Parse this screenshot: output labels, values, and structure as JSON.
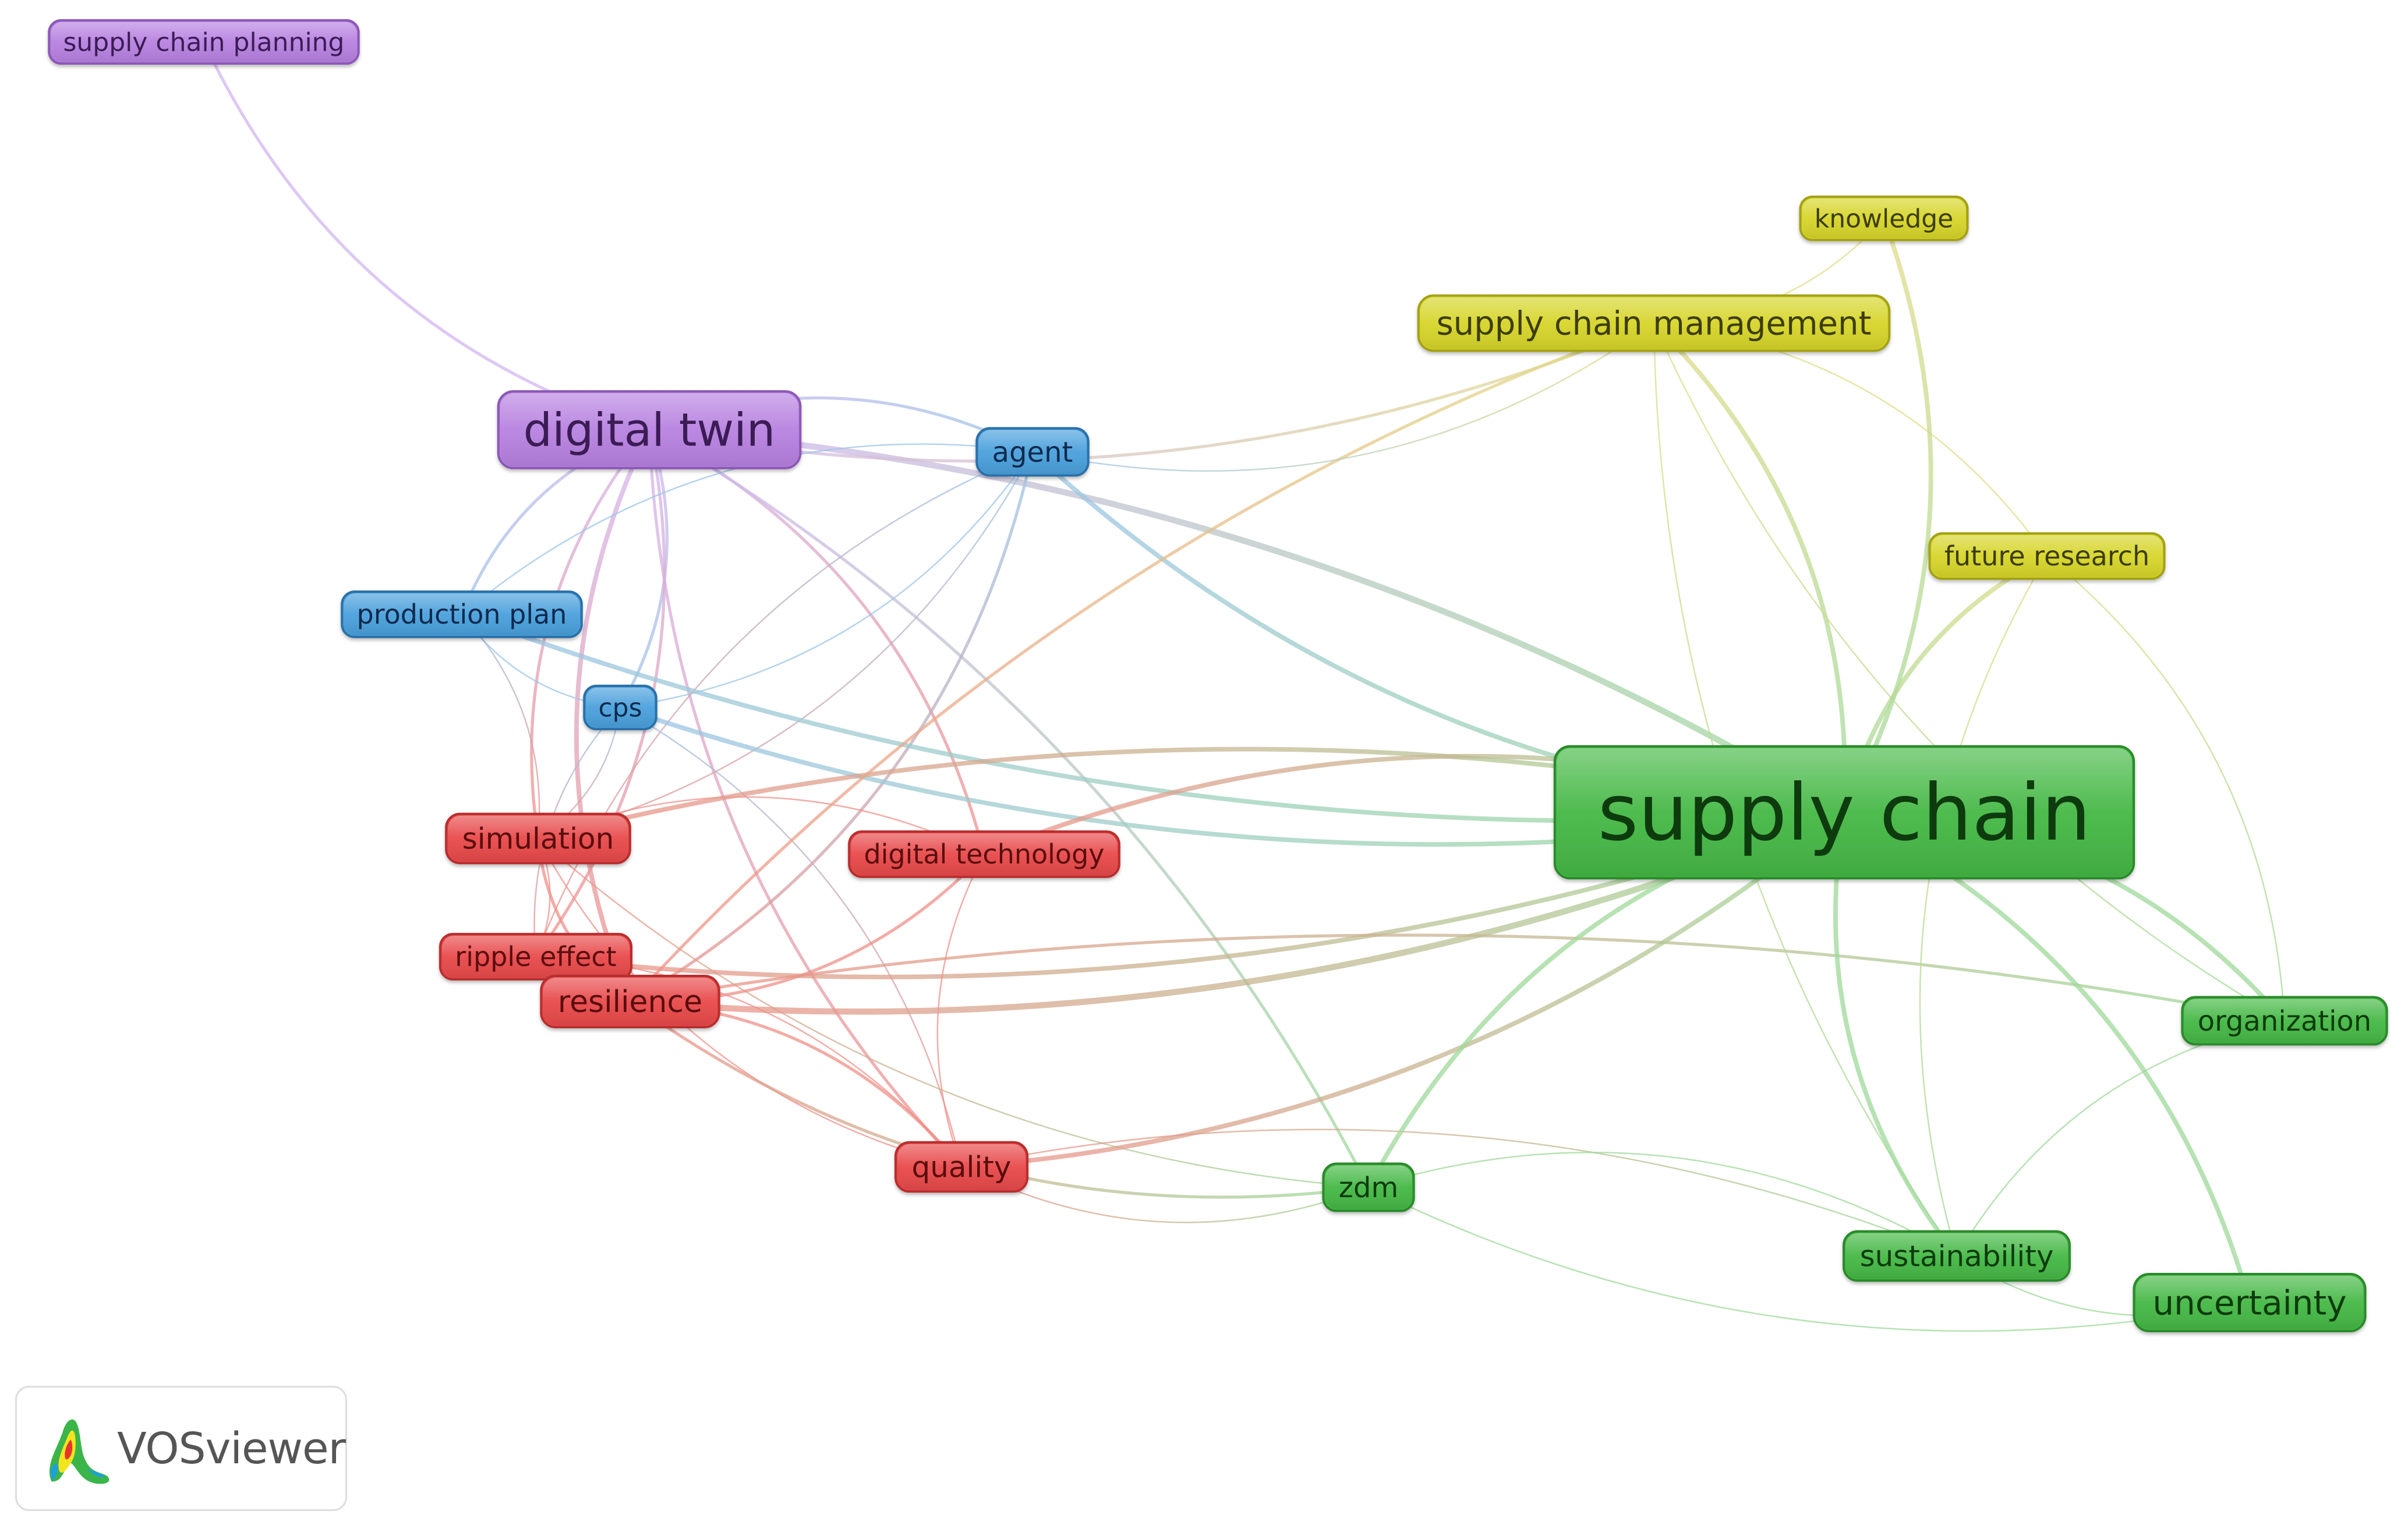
{
  "map": {
    "clusters": {
      "red": {
        "fill": "#e8494a",
        "stroke": "#b82e2f",
        "text": "#5a0a0a",
        "link": "#ef9088"
      },
      "green": {
        "fill": "#45b845",
        "stroke": "#2c8a2c",
        "text": "#0c3a0c",
        "link": "#9fd99a"
      },
      "blue": {
        "fill": "#4aa0dc",
        "stroke": "#2a6fa8",
        "text": "#0b2b4d",
        "link": "#9cc4e6"
      },
      "yellow": {
        "fill": "#d6d52a",
        "stroke": "#a3a112",
        "text": "#3e3d00",
        "link": "#e0dc88"
      },
      "purple": {
        "fill": "#b781e0",
        "stroke": "#8b58b6",
        "text": "#3b1a55",
        "link": "#d2b5ef"
      }
    },
    "nodes": [
      {
        "id": "supply-chain-planning",
        "label": "supply chain planning",
        "cluster": "purple"
      },
      {
        "id": "digital-twin",
        "label": "digital twin",
        "cluster": "purple"
      },
      {
        "id": "knowledge",
        "label": "knowledge",
        "cluster": "yellow"
      },
      {
        "id": "supply-chain-management",
        "label": "supply chain management",
        "cluster": "yellow"
      },
      {
        "id": "future-research",
        "label": "future research",
        "cluster": "yellow"
      },
      {
        "id": "agent",
        "label": "agent",
        "cluster": "blue"
      },
      {
        "id": "production-plan",
        "label": "production plan",
        "cluster": "blue"
      },
      {
        "id": "cps",
        "label": "cps",
        "cluster": "blue"
      },
      {
        "id": "simulation",
        "label": "simulation",
        "cluster": "red"
      },
      {
        "id": "digital-technology",
        "label": "digital technology",
        "cluster": "red"
      },
      {
        "id": "ripple-effect",
        "label": "ripple effect",
        "cluster": "red"
      },
      {
        "id": "resilience",
        "label": "resilience",
        "cluster": "red"
      },
      {
        "id": "quality",
        "label": "quality",
        "cluster": "red"
      },
      {
        "id": "supply-chain",
        "label": "supply chain",
        "cluster": "green"
      },
      {
        "id": "organization",
        "label": "organization",
        "cluster": "green"
      },
      {
        "id": "zdm",
        "label": "zdm",
        "cluster": "green"
      },
      {
        "id": "sustainability",
        "label": "sustainability",
        "cluster": "green"
      },
      {
        "id": "uncertainty",
        "label": "uncertainty",
        "cluster": "green"
      }
    ],
    "links": [
      [
        "supply-chain-planning",
        "digital-twin"
      ],
      [
        "digital-twin",
        "agent"
      ],
      [
        "digital-twin",
        "production-plan"
      ],
      [
        "digital-twin",
        "cps"
      ],
      [
        "digital-twin",
        "simulation"
      ],
      [
        "digital-twin",
        "ripple-effect"
      ],
      [
        "digital-twin",
        "resilience"
      ],
      [
        "digital-twin",
        "digital-technology"
      ],
      [
        "digital-twin",
        "quality"
      ],
      [
        "digital-twin",
        "supply-chain"
      ],
      [
        "digital-twin",
        "supply-chain-management"
      ],
      [
        "digital-twin",
        "zdm"
      ],
      [
        "agent",
        "supply-chain"
      ],
      [
        "agent",
        "cps"
      ],
      [
        "agent",
        "production-plan"
      ],
      [
        "agent",
        "simulation"
      ],
      [
        "agent",
        "ripple-effect"
      ],
      [
        "agent",
        "resilience"
      ],
      [
        "production-plan",
        "cps"
      ],
      [
        "production-plan",
        "simulation"
      ],
      [
        "production-plan",
        "supply-chain"
      ],
      [
        "cps",
        "simulation"
      ],
      [
        "cps",
        "ripple-effect"
      ],
      [
        "cps",
        "quality"
      ],
      [
        "cps",
        "supply-chain"
      ],
      [
        "simulation",
        "ripple-effect"
      ],
      [
        "simulation",
        "resilience"
      ],
      [
        "simulation",
        "digital-technology"
      ],
      [
        "simulation",
        "quality"
      ],
      [
        "simulation",
        "supply-chain"
      ],
      [
        "simulation",
        "zdm"
      ],
      [
        "ripple-effect",
        "resilience"
      ],
      [
        "ripple-effect",
        "supply-chain"
      ],
      [
        "ripple-effect",
        "quality"
      ],
      [
        "resilience",
        "digital-technology"
      ],
      [
        "resilience",
        "quality"
      ],
      [
        "resilience",
        "supply-chain"
      ],
      [
        "resilience",
        "supply-chain-management"
      ],
      [
        "resilience",
        "zdm"
      ],
      [
        "resilience",
        "organization"
      ],
      [
        "digital-technology",
        "quality"
      ],
      [
        "digital-technology",
        "supply-chain"
      ],
      [
        "quality",
        "supply-chain"
      ],
      [
        "quality",
        "sustainability"
      ],
      [
        "quality",
        "zdm"
      ],
      [
        "supply-chain-management",
        "supply-chain"
      ],
      [
        "supply-chain-management",
        "knowledge"
      ],
      [
        "supply-chain-management",
        "future-research"
      ],
      [
        "supply-chain-management",
        "sustainability"
      ],
      [
        "supply-chain-management",
        "agent"
      ],
      [
        "supply-chain-management",
        "organization"
      ],
      [
        "knowledge",
        "supply-chain"
      ],
      [
        "future-research",
        "supply-chain"
      ],
      [
        "future-research",
        "organization"
      ],
      [
        "future-research",
        "sustainability"
      ],
      [
        "supply-chain",
        "organization"
      ],
      [
        "supply-chain",
        "sustainability"
      ],
      [
        "supply-chain",
        "uncertainty"
      ],
      [
        "supply-chain",
        "zdm"
      ],
      [
        "zdm",
        "sustainability"
      ],
      [
        "zdm",
        "uncertainty"
      ],
      [
        "sustainability",
        "organization"
      ],
      [
        "sustainability",
        "uncertainty"
      ]
    ]
  },
  "brand": {
    "name": "VOSviewer",
    "logo_icon": "vosviewer-logo-icon"
  }
}
